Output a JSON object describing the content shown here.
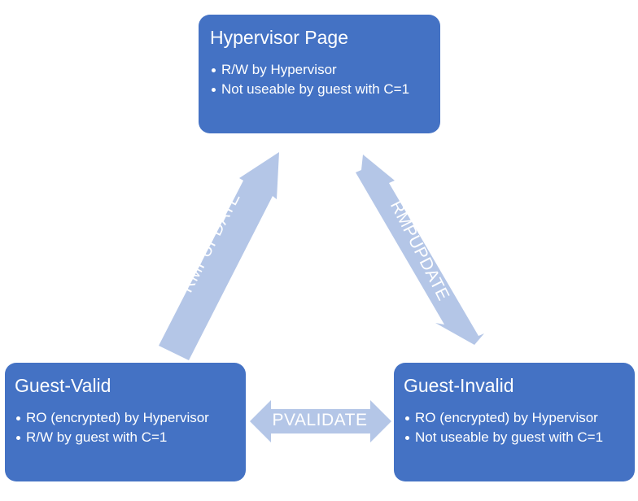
{
  "colors": {
    "box": "#4472c4",
    "arrow": "#b4c6e7",
    "text": "#ffffff"
  },
  "hypervisor": {
    "title": "Hypervisor Page",
    "items": [
      "R/W by Hypervisor",
      "Not useable by guest with C=1"
    ]
  },
  "guest_valid": {
    "title": "Guest-Valid",
    "items": [
      "RO (encrypted) by Hypervisor",
      "R/W by guest with C=1"
    ]
  },
  "guest_invalid": {
    "title": "Guest-Invalid",
    "items": [
      "RO (encrypted) by Hypervisor",
      "Not useable by guest with C=1"
    ]
  },
  "arrows": {
    "left": "RMPUPDATE",
    "right": "RMPUPDATE",
    "bottom": "PVALIDATE"
  }
}
